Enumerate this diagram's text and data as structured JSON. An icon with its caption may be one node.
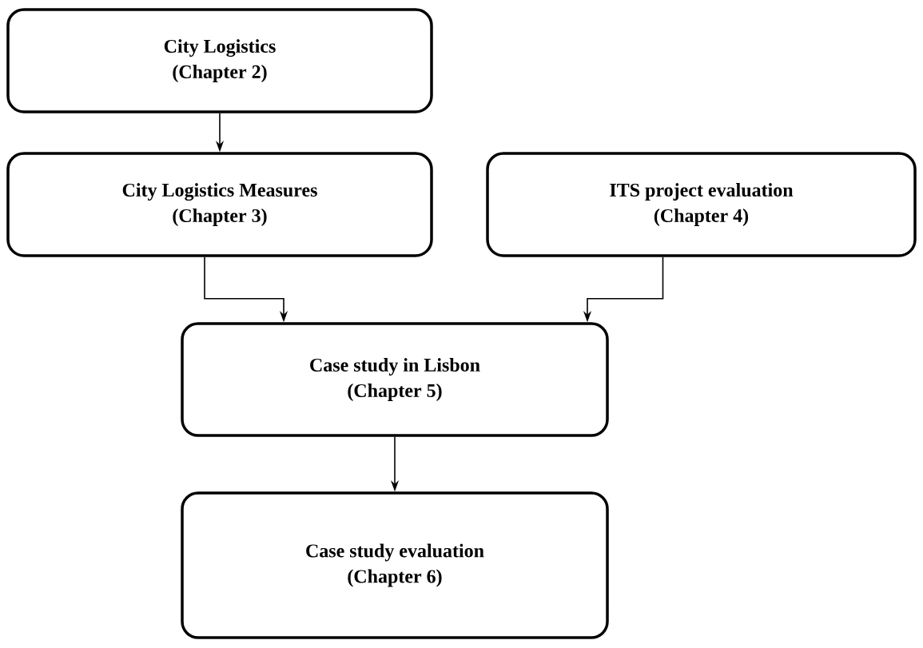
{
  "diagram": {
    "nodes": [
      {
        "text": [
          "City Logistics",
          "(Chapter 2)"
        ]
      },
      {
        "text": [
          "City Logistics Measures",
          "(Chapter 3)"
        ]
      },
      {
        "text": [
          "ITS project evaluation",
          "(Chapter 4)"
        ]
      },
      {
        "text": [
          "Case study in Lisbon",
          "(Chapter 5)"
        ]
      },
      {
        "text": [
          "Case study evaluation",
          "(Chapter 6)"
        ]
      }
    ],
    "edges": [
      {
        "from": 0,
        "to": 1,
        "arrow": "to"
      },
      {
        "from": 1,
        "to": 3,
        "arrow": "to"
      },
      {
        "from": 2,
        "to": 3,
        "arrow": "to"
      },
      {
        "from": 3,
        "to": 4,
        "arrow": "to"
      }
    ]
  }
}
